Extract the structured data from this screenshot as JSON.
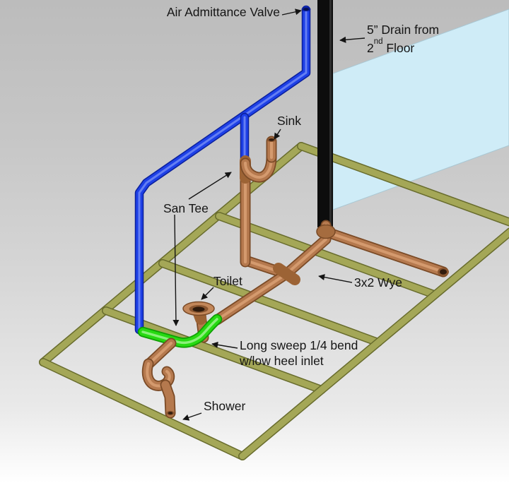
{
  "diagram": {
    "kind": "isometric plumbing rough-in drawing",
    "labels": {
      "air_admittance_valve": "Air Admittance Valve",
      "drain_line1": "5” Drain from",
      "drain_floor_num": "2",
      "drain_floor_sup": "nd",
      "drain_floor_rest": " Floor",
      "sink": "Sink",
      "san_tee": "San Tee",
      "toilet": "Toilet",
      "wye": "3x2 Wye",
      "long_sweep_line1": "Long sweep 1/4 bend",
      "long_sweep_line2": "w/low heel inlet",
      "shower": "Shower"
    },
    "colors": {
      "vent_pipe_blue": "#1e40e6",
      "drain_stack_black": "#0d0d0d",
      "copper_drain": "#b5794e",
      "fitting_green": "#27da12",
      "floor_joist_olive": "#a4a757",
      "wall_panel_blue": "#cfecf7"
    }
  }
}
